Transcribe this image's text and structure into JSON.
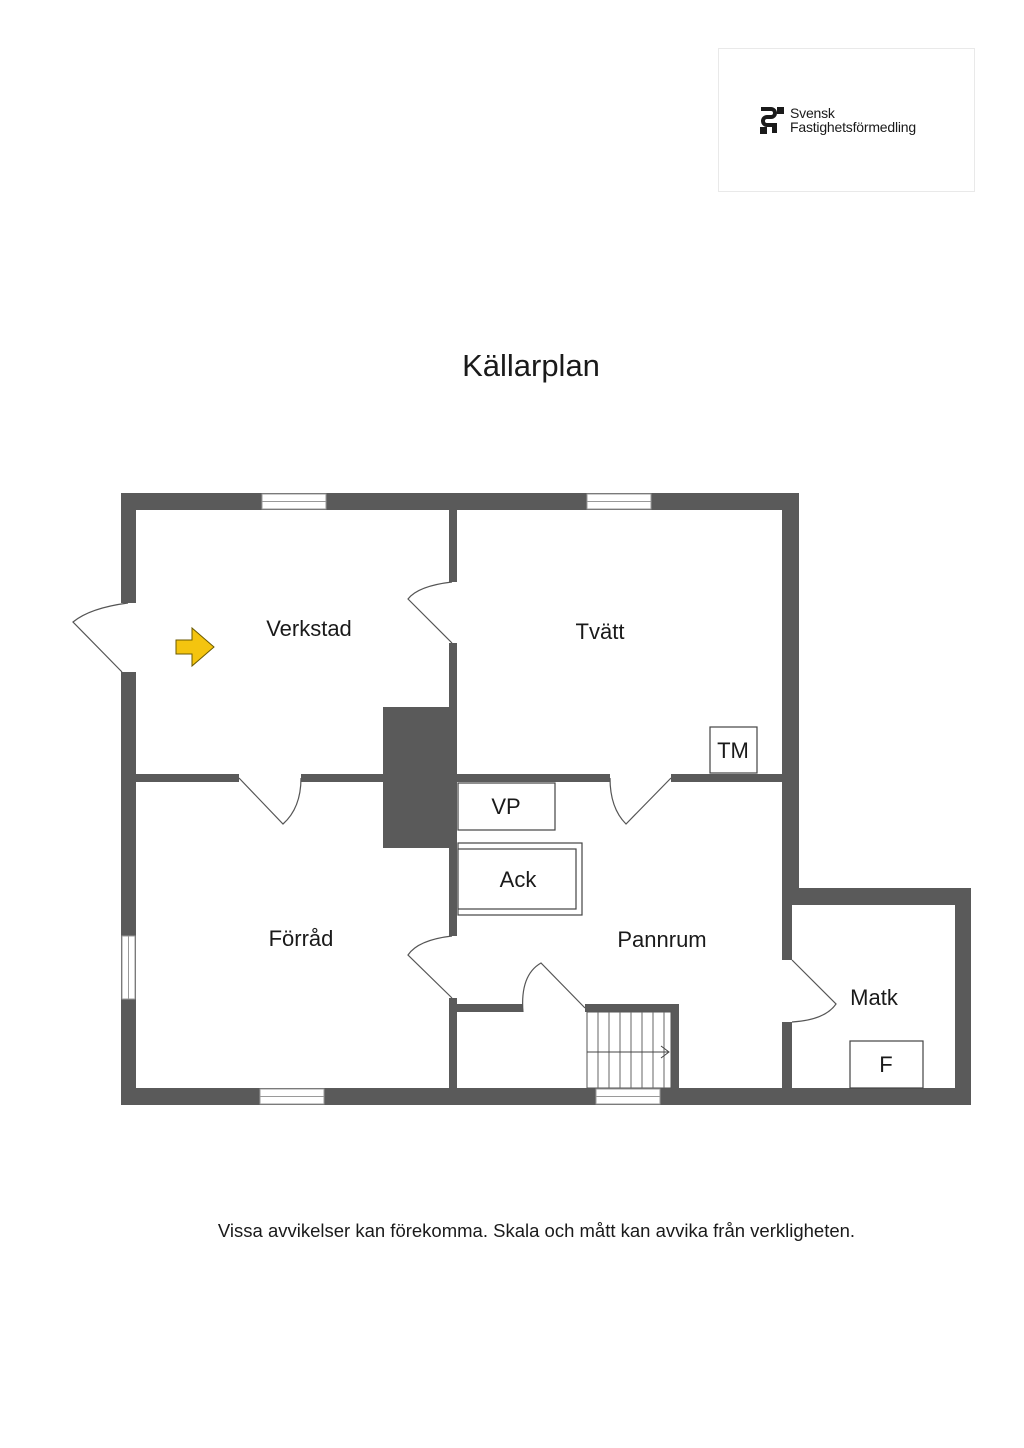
{
  "branding": {
    "logo_line1": "Svensk",
    "logo_line2": "Fastighetsförmedling"
  },
  "plan": {
    "title": "Källarplan",
    "rooms": {
      "verkstad": "Verkstad",
      "tvatt": "Tvätt",
      "forrad": "Förråd",
      "pannrum": "Pannrum",
      "matk": "Matk"
    },
    "fixtures": {
      "tm": "TM",
      "vp": "VP",
      "ack": "Ack",
      "f": "F"
    },
    "colors": {
      "wall": "#5a5a5a",
      "entrance_arrow": "#f4c40f"
    }
  },
  "footer": {
    "disclaimer": "Vissa avvikelser kan förekomma. Skala och mått kan avvika från verkligheten."
  }
}
